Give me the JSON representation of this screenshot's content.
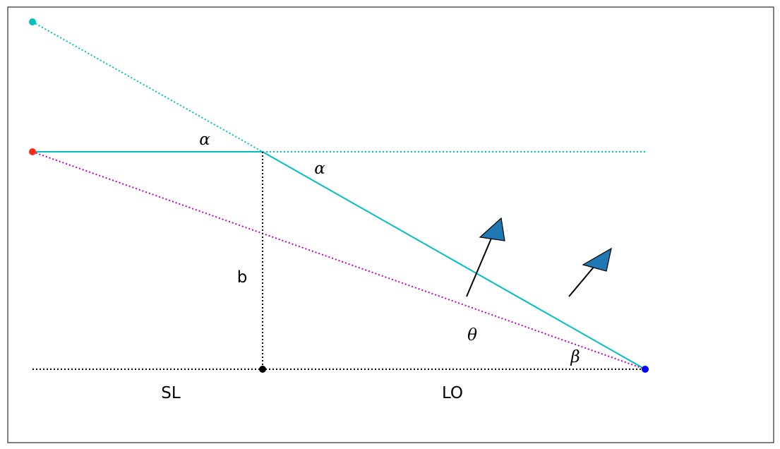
{
  "labels": {
    "alpha_left": "α",
    "alpha_right": "α",
    "b": "b",
    "theta": "θ",
    "beta": "β",
    "sl": "SL",
    "lo": "LO"
  },
  "colors": {
    "cyan": "#00bfbf",
    "magenta": "#bf00bf",
    "black": "#000000",
    "red": "#ff2a1a",
    "blue": "#0000ff",
    "arrow_fill": "#1f77b4"
  }
}
